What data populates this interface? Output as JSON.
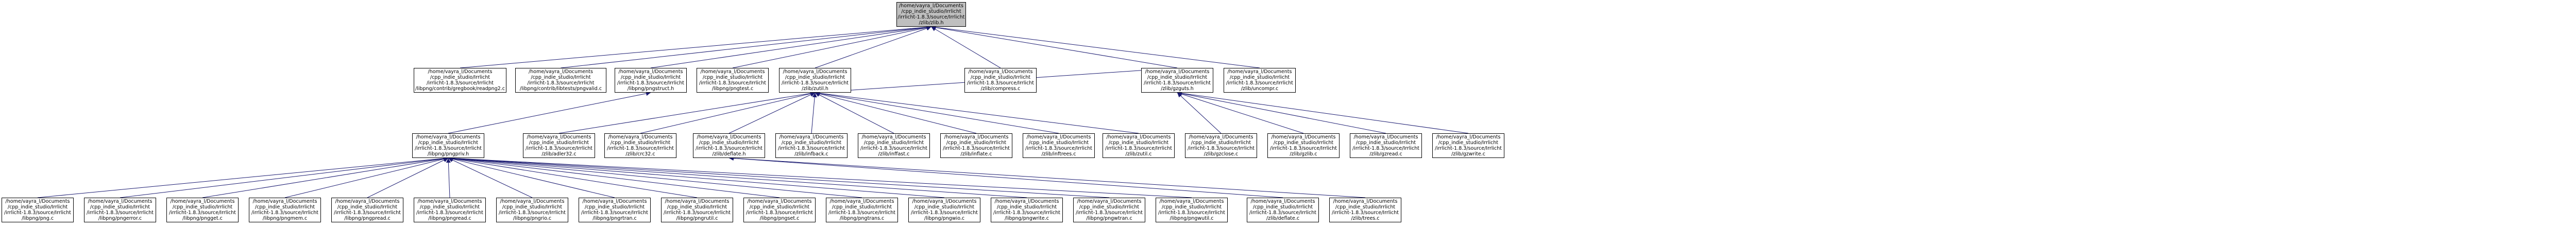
{
  "diagram": {
    "colors": {
      "edge": "#191970",
      "root_fill": "#bfbfbf",
      "node_fill": "#ffffff",
      "border": "#000000"
    },
    "nodes": [
      {
        "id": "zlib_h",
        "label": "/home/vayra_l/Documents\n/cpp_indie_studio/Irrlicht\n/irrlicht-1.8.3/source/Irrlicht\n/zlib/zlib.h"
      },
      {
        "id": "rdjpgcom",
        "label": "/home/vayra_l/Documents\n/cpp_indie_studio/Irrlicht\n/irrlicht-1.8.3/source/Irrlicht\n/libpng/contrib/gregbook/readpng2.c"
      },
      {
        "id": "pngvalid",
        "label": "/home/vayra_l/Documents\n/cpp_indie_studio/Irrlicht\n/irrlicht-1.8.3/source/Irrlicht\n/libpng/contrib/libtests/pngvalid.c"
      },
      {
        "id": "pngstruct",
        "label": "/home/vayra_l/Documents\n/cpp_indie_studio/Irrlicht\n/irrlicht-1.8.3/source/Irrlicht\n/libpng/pngstruct.h"
      },
      {
        "id": "pngtest",
        "label": "/home/vayra_l/Documents\n/cpp_indie_studio/Irrlicht\n/irrlicht-1.8.3/source/Irrlicht\n/libpng/pngtest.c"
      },
      {
        "id": "zutil_h",
        "label": "/home/vayra_l/Documents\n/cpp_indie_studio/Irrlicht\n/irrlicht-1.8.3/source/Irrlicht\n/zlib/zutil.h"
      },
      {
        "id": "compress",
        "label": "/home/vayra_l/Documents\n/cpp_indie_studio/Irrlicht\n/irrlicht-1.8.3/source/Irrlicht\n/zlib/compress.c"
      },
      {
        "id": "gzguts",
        "label": "/home/vayra_l/Documents\n/cpp_indie_studio/Irrlicht\n/irrlicht-1.8.3/source/Irrlicht\n/zlib/gzguts.h"
      },
      {
        "id": "uncompr",
        "label": "/home/vayra_l/Documents\n/cpp_indie_studio/Irrlicht\n/irrlicht-1.8.3/source/Irrlicht\n/zlib/uncompr.c"
      },
      {
        "id": "pngpriv",
        "label": "/home/vayra_l/Documents\n/cpp_indie_studio/Irrlicht\n/irrlicht-1.8.3/source/Irrlicht\n/libpng/pngpriv.h"
      },
      {
        "id": "adler32",
        "label": "/home/vayra_l/Documents\n/cpp_indie_studio/Irrlicht\n/irrlicht-1.8.3/source/Irrlicht\n/zlib/adler32.c"
      },
      {
        "id": "crc32",
        "label": "/home/vayra_l/Documents\n/cpp_indie_studio/Irrlicht\n/irrlicht-1.8.3/source/Irrlicht\n/zlib/crc32.c"
      },
      {
        "id": "deflate_h",
        "label": "/home/vayra_l/Documents\n/cpp_indie_studio/Irrlicht\n/irrlicht-1.8.3/source/Irrlicht\n/zlib/deflate.h"
      },
      {
        "id": "infback",
        "label": "/home/vayra_l/Documents\n/cpp_indie_studio/Irrlicht\n/irrlicht-1.8.3/source/Irrlicht\n/zlib/infback.c"
      },
      {
        "id": "inffast",
        "label": "/home/vayra_l/Documents\n/cpp_indie_studio/Irrlicht\n/irrlicht-1.8.3/source/Irrlicht\n/zlib/inffast.c"
      },
      {
        "id": "inflate",
        "label": "/home/vayra_l/Documents\n/cpp_indie_studio/Irrlicht\n/irrlicht-1.8.3/source/Irrlicht\n/zlib/inflate.c"
      },
      {
        "id": "inftrees",
        "label": "/home/vayra_l/Documents\n/cpp_indie_studio/Irrlicht\n/irrlicht-1.8.3/source/Irrlicht\n/zlib/inftrees.c"
      },
      {
        "id": "zutil_c",
        "label": "/home/vayra_l/Documents\n/cpp_indie_studio/Irrlicht\n/irrlicht-1.8.3/source/Irrlicht\n/zlib/zutil.c"
      },
      {
        "id": "gzclose",
        "label": "/home/vayra_l/Documents\n/cpp_indie_studio/Irrlicht\n/irrlicht-1.8.3/source/Irrlicht\n/zlib/gzclose.c"
      },
      {
        "id": "gzlib",
        "label": "/home/vayra_l/Documents\n/cpp_indie_studio/Irrlicht\n/irrlicht-1.8.3/source/Irrlicht\n/zlib/gzlib.c"
      },
      {
        "id": "gzread",
        "label": "/home/vayra_l/Documents\n/cpp_indie_studio/Irrlicht\n/irrlicht-1.8.3/source/Irrlicht\n/zlib/gzread.c"
      },
      {
        "id": "gzwrite",
        "label": "/home/vayra_l/Documents\n/cpp_indie_studio/Irrlicht\n/irrlicht-1.8.3/source/Irrlicht\n/zlib/gzwrite.c"
      },
      {
        "id": "png_c",
        "label": "/home/vayra_l/Documents\n/cpp_indie_studio/Irrlicht\n/irrlicht-1.8.3/source/Irrlicht\n/libpng/png.c"
      },
      {
        "id": "pngerror",
        "label": "/home/vayra_l/Documents\n/cpp_indie_studio/Irrlicht\n/irrlicht-1.8.3/source/Irrlicht\n/libpng/pngerror.c"
      },
      {
        "id": "pngget",
        "label": "/home/vayra_l/Documents\n/cpp_indie_studio/Irrlicht\n/irrlicht-1.8.3/source/Irrlicht\n/libpng/pngget.c"
      },
      {
        "id": "pngmem",
        "label": "/home/vayra_l/Documents\n/cpp_indie_studio/Irrlicht\n/irrlicht-1.8.3/source/Irrlicht\n/libpng/pngmem.c"
      },
      {
        "id": "pngpread",
        "label": "/home/vayra_l/Documents\n/cpp_indie_studio/Irrlicht\n/irrlicht-1.8.3/source/Irrlicht\n/libpng/pngpread.c"
      },
      {
        "id": "pngread",
        "label": "/home/vayra_l/Documents\n/cpp_indie_studio/Irrlicht\n/irrlicht-1.8.3/source/Irrlicht\n/libpng/pngread.c"
      },
      {
        "id": "pngrio",
        "label": "/home/vayra_l/Documents\n/cpp_indie_studio/Irrlicht\n/irrlicht-1.8.3/source/Irrlicht\n/libpng/pngrio.c"
      },
      {
        "id": "pngrtran",
        "label": "/home/vayra_l/Documents\n/cpp_indie_studio/Irrlicht\n/irrlicht-1.8.3/source/Irrlicht\n/libpng/pngrtran.c"
      },
      {
        "id": "pngrutil",
        "label": "/home/vayra_l/Documents\n/cpp_indie_studio/Irrlicht\n/irrlicht-1.8.3/source/Irrlicht\n/libpng/pngrutil.c"
      },
      {
        "id": "pngset",
        "label": "/home/vayra_l/Documents\n/cpp_indie_studio/Irrlicht\n/irrlicht-1.8.3/source/Irrlicht\n/libpng/pngset.c"
      },
      {
        "id": "pngtrans",
        "label": "/home/vayra_l/Documents\n/cpp_indie_studio/Irrlicht\n/irrlicht-1.8.3/source/Irrlicht\n/libpng/pngtrans.c"
      },
      {
        "id": "pngwio",
        "label": "/home/vayra_l/Documents\n/cpp_indie_studio/Irrlicht\n/irrlicht-1.8.3/source/Irrlicht\n/libpng/pngwio.c"
      },
      {
        "id": "pngwrite",
        "label": "/home/vayra_l/Documents\n/cpp_indie_studio/Irrlicht\n/irrlicht-1.8.3/source/Irrlicht\n/libpng/pngwrite.c"
      },
      {
        "id": "pngwtran",
        "label": "/home/vayra_l/Documents\n/cpp_indie_studio/Irrlicht\n/irrlicht-1.8.3/source/Irrlicht\n/libpng/pngwtran.c"
      },
      {
        "id": "pngwutil",
        "label": "/home/vayra_l/Documents\n/cpp_indie_studio/Irrlicht\n/irrlicht-1.8.3/source/Irrlicht\n/libpng/pngwutil.c"
      },
      {
        "id": "deflate_c",
        "label": "/home/vayra_l/Documents\n/cpp_indie_studio/Irrlicht\n/irrlicht-1.8.3/source/Irrlicht\n/zlib/deflate.c"
      },
      {
        "id": "trees",
        "label": "/home/vayra_l/Documents\n/cpp_indie_studio/Irrlicht\n/irrlicht-1.8.3/source/Irrlicht\n/zlib/trees.c"
      }
    ],
    "edges": [
      [
        "zlib_h",
        "rdjpgcom"
      ],
      [
        "zlib_h",
        "pngvalid"
      ],
      [
        "zlib_h",
        "pngstruct"
      ],
      [
        "zlib_h",
        "pngtest"
      ],
      [
        "zlib_h",
        "zutil_h"
      ],
      [
        "zlib_h",
        "compress"
      ],
      [
        "zlib_h",
        "gzguts"
      ],
      [
        "zlib_h",
        "uncompr"
      ],
      [
        "pngstruct",
        "pngpriv"
      ],
      [
        "zutil_h",
        "adler32"
      ],
      [
        "zutil_h",
        "crc32"
      ],
      [
        "zutil_h",
        "deflate_h"
      ],
      [
        "zutil_h",
        "infback"
      ],
      [
        "zutil_h",
        "inffast"
      ],
      [
        "zutil_h",
        "inflate"
      ],
      [
        "zutil_h",
        "inftrees"
      ],
      [
        "zutil_h",
        "zutil_c"
      ],
      [
        "zutil_h",
        "gzguts"
      ],
      [
        "gzguts",
        "gzclose"
      ],
      [
        "gzguts",
        "gzlib"
      ],
      [
        "gzguts",
        "gzread"
      ],
      [
        "gzguts",
        "gzwrite"
      ],
      [
        "pngpriv",
        "png_c"
      ],
      [
        "pngpriv",
        "pngerror"
      ],
      [
        "pngpriv",
        "pngget"
      ],
      [
        "pngpriv",
        "pngmem"
      ],
      [
        "pngpriv",
        "pngpread"
      ],
      [
        "pngpriv",
        "pngread"
      ],
      [
        "pngpriv",
        "pngrio"
      ],
      [
        "pngpriv",
        "pngrtran"
      ],
      [
        "pngpriv",
        "pngrutil"
      ],
      [
        "pngpriv",
        "pngset"
      ],
      [
        "pngpriv",
        "pngtrans"
      ],
      [
        "pngpriv",
        "pngwio"
      ],
      [
        "pngpriv",
        "pngwrite"
      ],
      [
        "pngpriv",
        "pngwtran"
      ],
      [
        "pngpriv",
        "pngwutil"
      ],
      [
        "deflate_h",
        "deflate_c"
      ],
      [
        "deflate_h",
        "trees"
      ]
    ]
  }
}
